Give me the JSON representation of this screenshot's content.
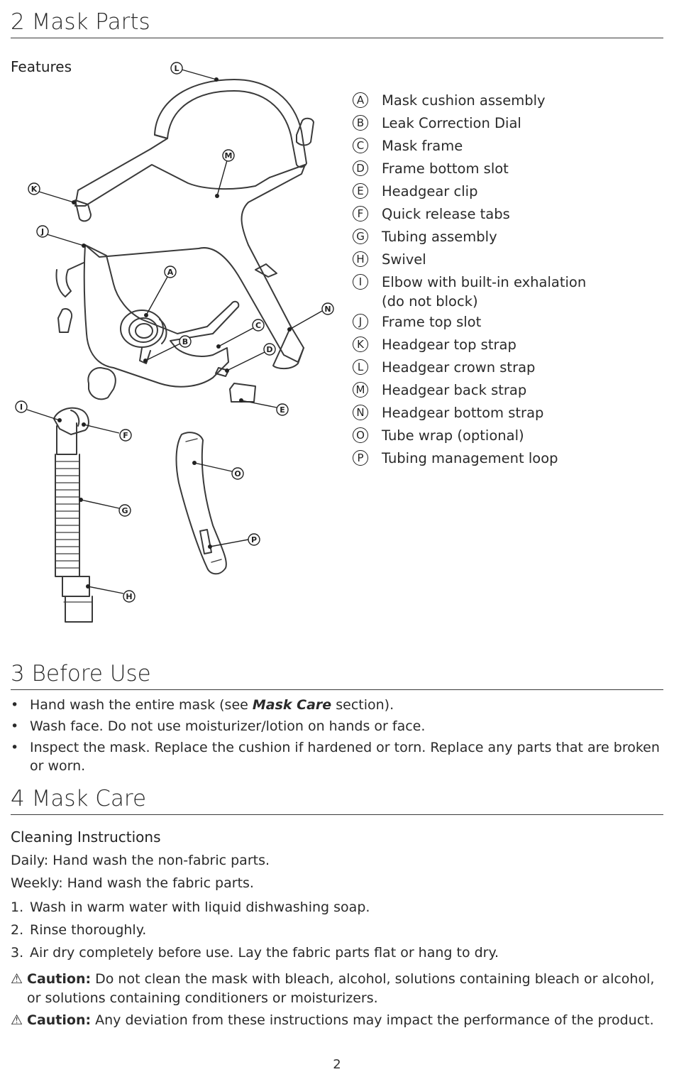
{
  "sections": {
    "mask_parts": {
      "title": "2 Mask Parts",
      "features_heading": "Features",
      "parts": [
        {
          "letter": "A",
          "label": "Mask cushion assembly"
        },
        {
          "letter": "B",
          "label": "Leak Correction Dial"
        },
        {
          "letter": "C",
          "label": "Mask frame"
        },
        {
          "letter": "D",
          "label": "Frame bottom slot"
        },
        {
          "letter": "E",
          "label": "Headgear clip"
        },
        {
          "letter": "F",
          "label": "Quick release tabs"
        },
        {
          "letter": "G",
          "label": "Tubing assembly"
        },
        {
          "letter": "H",
          "label": "Swivel"
        },
        {
          "letter": "I",
          "label": "Elbow with built-in exhalation",
          "label_line2": "(do not block)"
        },
        {
          "letter": "J",
          "label": "Frame top slot"
        },
        {
          "letter": "K",
          "label": "Headgear top strap"
        },
        {
          "letter": "L",
          "label": "Headgear crown strap"
        },
        {
          "letter": "M",
          "label": "Headgear back strap"
        },
        {
          "letter": "N",
          "label": "Headgear bottom strap"
        },
        {
          "letter": "O",
          "label": "Tube wrap (optional)"
        },
        {
          "letter": "P",
          "label": "Tubing management loop"
        }
      ]
    },
    "before_use": {
      "title": "3 Before Use",
      "bullet_marker": "•",
      "bullets": [
        {
          "pre": "Hand wash the entire mask (see ",
          "emph": "Mask Care",
          "post": " section)."
        },
        {
          "text": "Wash face. Do not use moisturizer/lotion on hands or face."
        },
        {
          "text": "Inspect the mask. Replace the cushion if hardened or torn. Replace any parts that are broken or worn."
        }
      ]
    },
    "mask_care": {
      "title": "4 Mask Care",
      "cleaning_heading": "Cleaning Instructions",
      "daily": "Daily: Hand wash the non-fabric parts.",
      "weekly": "Weekly: Hand wash the fabric parts.",
      "steps": [
        {
          "num": "1.",
          "text": "Wash in warm water with liquid dishwashing soap."
        },
        {
          "num": "2.",
          "text": "Rinse thoroughly."
        },
        {
          "num": "3.",
          "text": "Air dry completely before use. Lay the fabric parts flat or hang to dry."
        }
      ],
      "cautions": [
        {
          "icon": "⚠",
          "label": "Caution:",
          "text": " Do not clean the mask with bleach, alcohol, solutions containing bleach or alcohol, or solutions containing conditioners or moisturizers."
        },
        {
          "icon": "⚠",
          "label": "Caution:",
          "text": " Any deviation from these instructions may impact the performance of the product."
        }
      ]
    }
  },
  "page_number": "2"
}
